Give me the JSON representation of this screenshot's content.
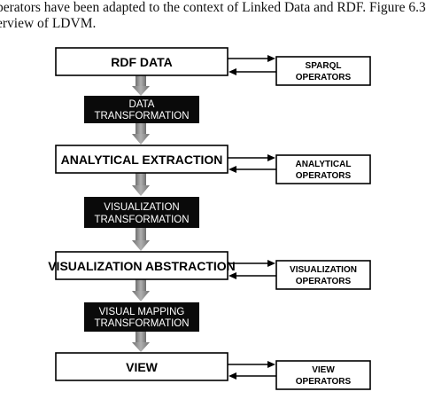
{
  "caption": {
    "line1": "perators have been adapted to the context of Linked Data and RDF. Figure 6.3",
    "line2": "erview of LDVM."
  },
  "stages": [
    {
      "label": "RDF DATA",
      "operator": [
        "SPARQL",
        "OPERATORS"
      ]
    },
    {
      "label": "ANALYTICAL EXTRACTION",
      "operator": [
        "ANALYTICAL",
        "OPERATORS"
      ]
    },
    {
      "label": "VISUALIZATION ABSTRACTION",
      "operator": [
        "VISUALIZATION",
        "OPERATORS"
      ]
    },
    {
      "label": "VIEW",
      "operator": [
        "VIEW",
        "OPERATORS"
      ]
    }
  ],
  "transformations": [
    [
      "DATA",
      "TRANSFORMATION"
    ],
    [
      "VISUALIZATION",
      "TRANSFORMATION"
    ],
    [
      "VISUAL MAPPING",
      "TRANSFORMATION"
    ]
  ],
  "colors": {
    "stage_fill": "#ffffff",
    "transform_fill": "#0a0a0a",
    "pipe": "#8a8a8a",
    "line": "#000000"
  }
}
